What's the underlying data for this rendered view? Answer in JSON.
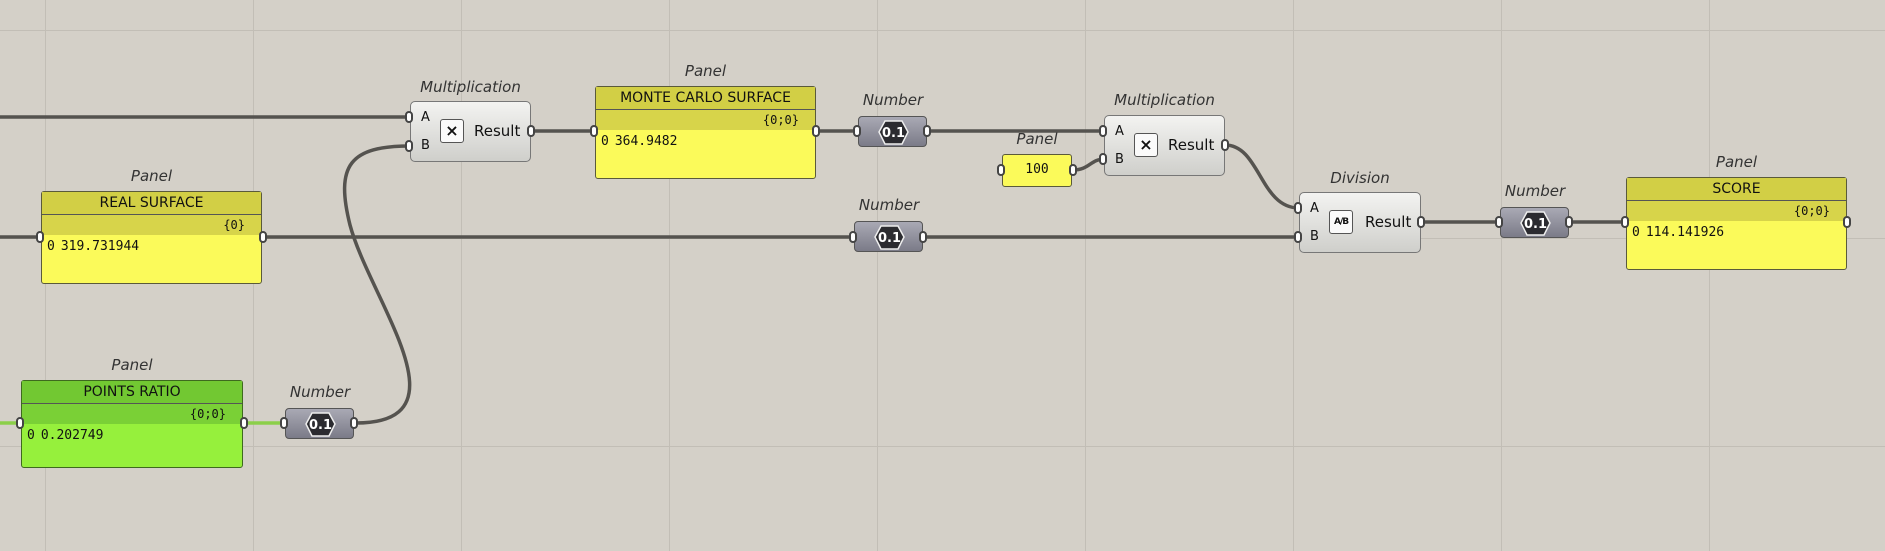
{
  "canvas": {
    "background": "#d4d0c8"
  },
  "panels": {
    "real_surface": {
      "caption": "Panel",
      "title": "REAL SURFACE",
      "path": "{0}",
      "index": "0",
      "value": "319.731944"
    },
    "points_ratio": {
      "caption": "Panel",
      "title": "POINTS RATIO",
      "path": "{0;0}",
      "index": "0",
      "value": "0.202749"
    },
    "monte_carlo": {
      "caption": "Panel",
      "title": "MONTE CARLO SURFACE",
      "path": "{0;0}",
      "index": "0",
      "value": "364.9482"
    },
    "score": {
      "caption": "Panel",
      "title": "SCORE",
      "path": "{0;0}",
      "index": "0",
      "value": "114.141926"
    },
    "hundred": {
      "caption": "Panel",
      "value": "100"
    }
  },
  "components": {
    "mult1": {
      "caption": "Multiplication",
      "in_a": "A",
      "in_b": "B",
      "icon": "×",
      "output": "Result"
    },
    "mult2": {
      "caption": "Multiplication",
      "in_a": "A",
      "in_b": "B",
      "icon": "×",
      "output": "Result"
    },
    "division": {
      "caption": "Division",
      "in_a": "A",
      "in_b": "B",
      "icon": "A/B",
      "output": "Result"
    }
  },
  "numbers": {
    "n_points": {
      "caption": "Number",
      "icon": "0.1"
    },
    "n_monte": {
      "caption": "Number",
      "icon": "0.1"
    },
    "n_real": {
      "caption": "Number",
      "icon": "0.1"
    },
    "n_score": {
      "caption": "Number",
      "icon": "0.1"
    }
  }
}
